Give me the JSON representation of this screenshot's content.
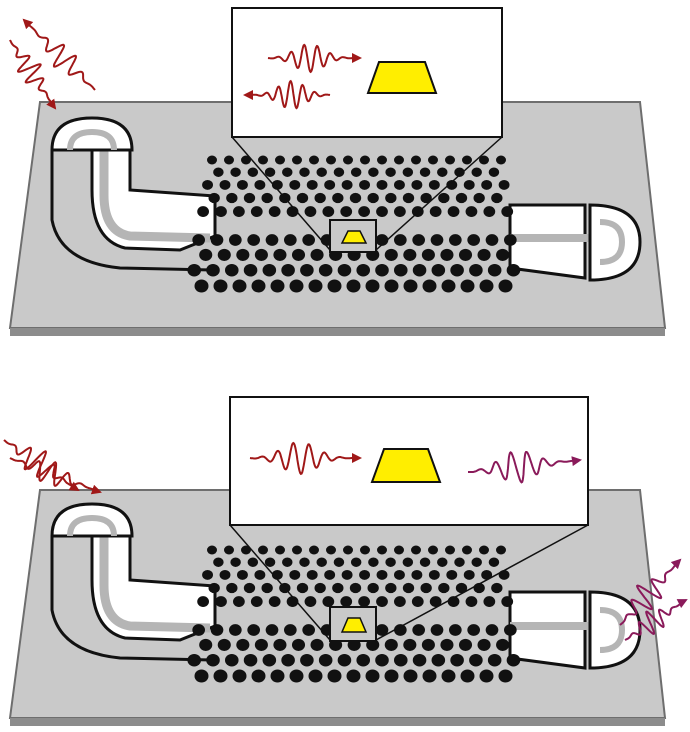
{
  "figure": {
    "panels": [
      {
        "id": "top",
        "description_visible_text": [],
        "inset": {
          "emitter": "yellow-trapezoid",
          "waves": [
            "incoming-red",
            "outgoing-red"
          ]
        },
        "external_waves": [
          "input-red",
          "output-red"
        ]
      },
      {
        "id": "bottom",
        "description_visible_text": [],
        "inset": {
          "emitter": "yellow-trapezoid",
          "waves": [
            "incoming-red",
            "outgoing-magenta"
          ]
        },
        "external_waves": [
          "input-red",
          "output-magenta"
        ]
      }
    ]
  },
  "colors": {
    "slab": "#c8c8c8",
    "slab_edge": "#8a8a8a",
    "holes": "#111111",
    "red_wave": "#a01818",
    "magenta_wave": "#8a1a5a",
    "emitter": "#ffee00",
    "inset_bg": "#ffffff"
  }
}
